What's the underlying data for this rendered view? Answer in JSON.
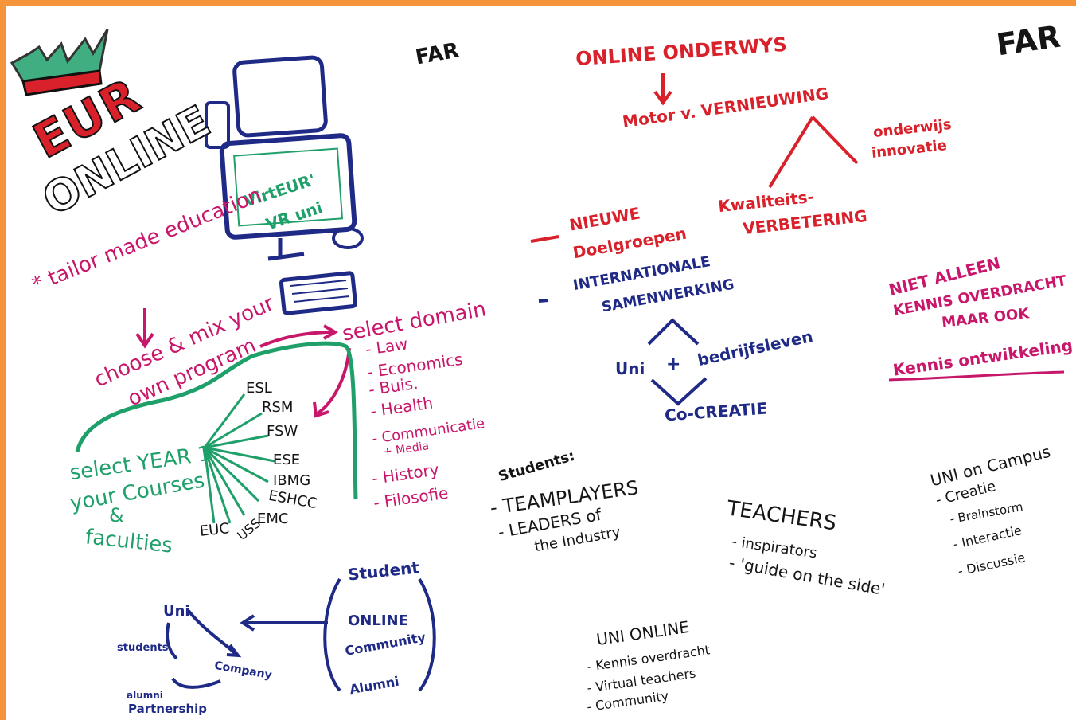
{
  "colors": {
    "frame": "#f5943a",
    "red": "#d8212a",
    "blue": "#1f2a86",
    "magenta": "#c8176a",
    "green": "#1fa06a",
    "black": "#151515"
  },
  "logo": {
    "line1": "EUR",
    "line2": "ONLINE"
  },
  "far_left": "FAR",
  "far_right": "FAR",
  "monitor_text": {
    "line1": "VirtEUR'",
    "line2": "VR uni"
  },
  "left": {
    "tailor": "* tailor made education",
    "choose": {
      "line1": "choose & mix your",
      "line2": "own program"
    },
    "select_domain": "select domain",
    "domains": [
      "- Law",
      "- Economics",
      "- Buis.",
      "- Health",
      "- Communicatie",
      "+ Media",
      "- History",
      "- Filosofie"
    ],
    "select_year": {
      "line1": "select YEAR 1",
      "line2": "your Courses",
      "line3": "&",
      "line4": "faculties"
    },
    "faculties": [
      "ESL",
      "RSM",
      "FSW",
      "ESE",
      "IBMG",
      "ESHCC",
      "EMC",
      "USS",
      "EUC"
    ],
    "network": {
      "student": "Student",
      "online": "ONLINE",
      "community": "Community",
      "alumni": "Alumni",
      "uni": "Uni",
      "students": "students",
      "company": "Company",
      "alumni_left": "alumni",
      "partnership": "Partnership"
    }
  },
  "right": {
    "online_onderwys": "ONLINE ONDERWYS",
    "motor": "Motor v. VERNIEUWING",
    "onderwijs": {
      "line1": "onderwijs",
      "line2": "innovatie"
    },
    "kwaliteit": {
      "line1": "Kwaliteits-",
      "line2": "VERBETERING"
    },
    "nieuwe": {
      "line1": "NIEUWE",
      "line2": "Doelgroepen"
    },
    "internationale": {
      "line1": "INTERNATIONALE",
      "line2": "SAMENWERKING"
    },
    "uni": "Uni",
    "plus": "+",
    "bedrijfsleven": "bedrijfsleven",
    "cocreatie": "Co-CREATIE",
    "niet": {
      "line1": "NIET ALLEEN",
      "line2": "KENNIS OVERDRACHT",
      "line3": "MAAR OOK"
    },
    "kennis_ontwikkeling": "Kennis ontwikkeling",
    "students": {
      "title": "Students:",
      "items": [
        "- TEAMPLAYERS",
        "- LEADERS of",
        "the Industry"
      ]
    },
    "teachers": {
      "title": "TEACHERS",
      "items": [
        "- inspirators",
        "- 'guide on the side'"
      ]
    },
    "uni_campus": {
      "title": "UNI on Campus",
      "items": [
        "- Creatie",
        "- Brainstorm",
        "- Interactie",
        "- Discussie"
      ]
    },
    "uni_online": {
      "title": "UNI ONLINE",
      "items": [
        "- Kennis overdracht",
        "- Virtual teachers",
        "- Community"
      ]
    }
  }
}
